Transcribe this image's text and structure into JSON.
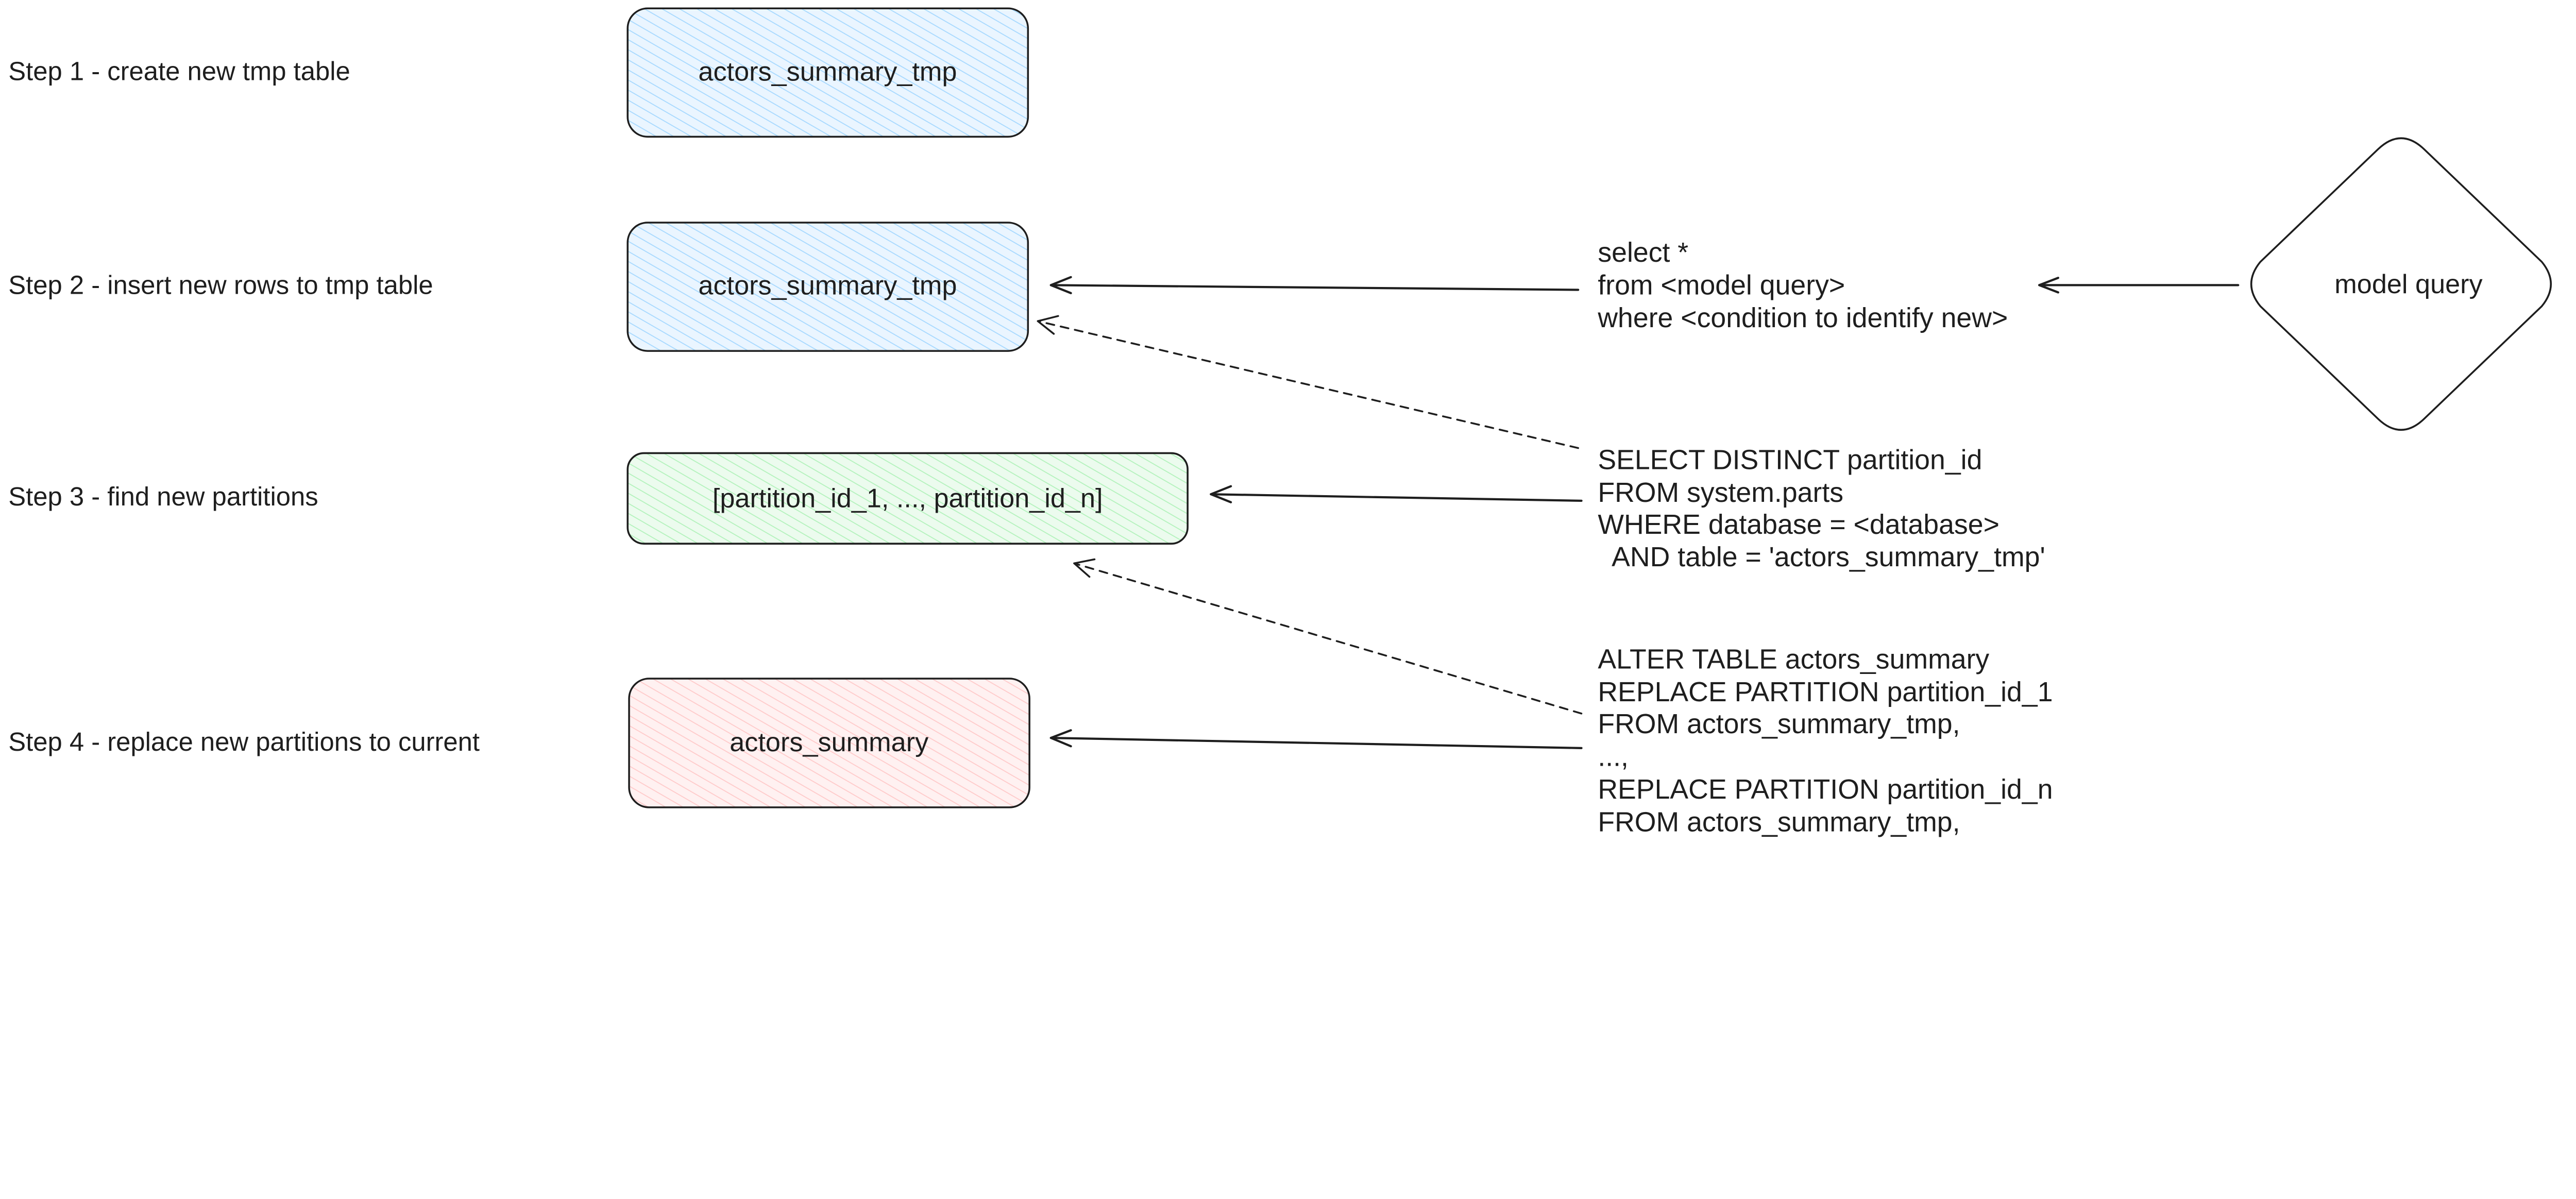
{
  "steps": [
    {
      "label": "Step 1 - create new tmp table",
      "box": "actors_summary_tmp",
      "color": "#a5d8ff"
    },
    {
      "label": "Step 2 - insert new rows to tmp table",
      "box": "actors_summary_tmp",
      "color": "#a5d8ff"
    },
    {
      "label": "Step 3 - find new partitions",
      "box": "[partition_id_1, ..., partition_id_n]",
      "color": "#b2f2bb"
    },
    {
      "label": "Step 4 - replace new partitions to current",
      "box": "actors_summary",
      "color": "#ffc9c9"
    }
  ],
  "diamond": {
    "label": "model query"
  },
  "code_blocks": [
    [
      "select *",
      "from <model query>",
      "where <condition to identify new>"
    ],
    [
      "SELECT DISTINCT partition_id",
      "FROM system.parts",
      "WHERE database = <database>",
      "  AND table = 'actors_summary_tmp'"
    ],
    [
      "ALTER TABLE actors_summary",
      "REPLACE PARTITION partition_id_1",
      "FROM actors_summary_tmp,",
      "...,",
      "REPLACE PARTITION partition_id_n",
      "FROM actors_summary_tmp,"
    ]
  ]
}
